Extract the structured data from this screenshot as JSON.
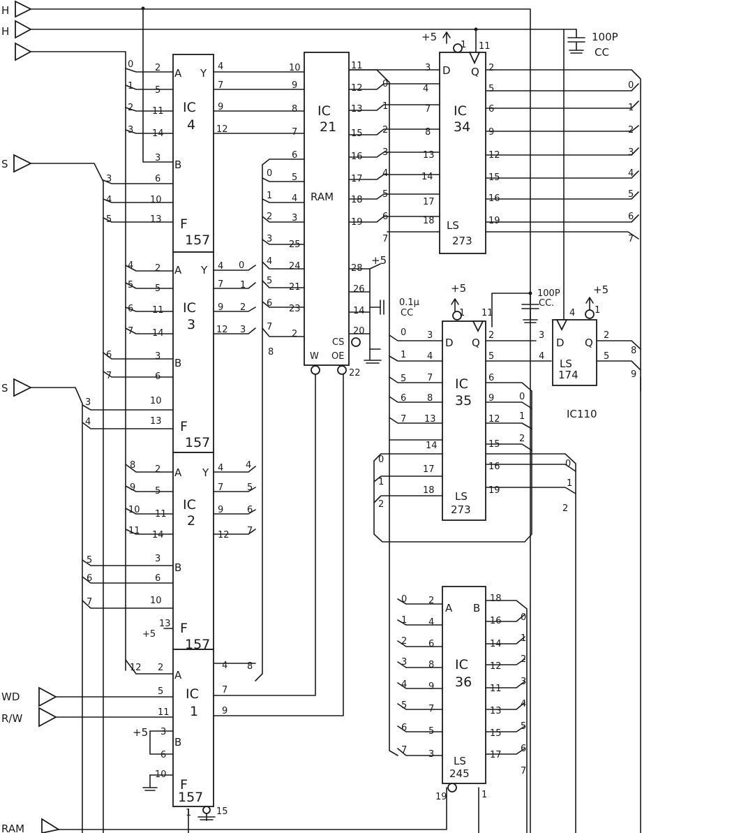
{
  "inputs": [
    {
      "id": "in1",
      "label": "H"
    },
    {
      "id": "in2",
      "label": "H"
    },
    {
      "id": "in3",
      "label": ""
    },
    {
      "id": "in4",
      "label": "S"
    },
    {
      "id": "in5",
      "label": "S"
    },
    {
      "id": "in6",
      "label": "WD"
    },
    {
      "id": "in7",
      "label": "R/W"
    },
    {
      "id": "in8",
      "label": "RAM"
    }
  ],
  "chips": {
    "ic4": {
      "ref": "IC",
      "num": "4",
      "type": "F",
      "part": "157",
      "pA": "A",
      "pY": "Y",
      "pB": "B",
      "left_pins": [
        "2",
        "5",
        "11",
        "14",
        "3",
        "6",
        "10",
        "13"
      ],
      "right_pins": [
        "4",
        "7",
        "9",
        "12"
      ]
    },
    "ic3": {
      "ref": "IC",
      "num": "3",
      "type": "F",
      "part": "157",
      "pA": "A",
      "pY": "Y",
      "pB": "B",
      "left_pins": [
        "2",
        "5",
        "11",
        "14",
        "3",
        "6",
        "10",
        "13"
      ],
      "right_pins": [
        "4",
        "7",
        "9",
        "12"
      ]
    },
    "ic2": {
      "ref": "IC",
      "num": "2",
      "type": "F",
      "part": "157",
      "pA": "A",
      "pY": "Y",
      "pB": "B",
      "left_pins": [
        "2",
        "5",
        "11",
        "14",
        "3",
        "6",
        "10",
        "13"
      ],
      "right_pins": [
        "4",
        "7",
        "9",
        "12"
      ]
    },
    "ic1": {
      "ref": "IC",
      "num": "1",
      "type": "F",
      "part": "157",
      "pA": "A",
      "pB": "B",
      "left_pins": [
        "2",
        "5",
        "11",
        "3",
        "6",
        "10"
      ],
      "right_pins": [
        "4",
        "7",
        "9"
      ],
      "bottom_pins": [
        "1",
        "15"
      ]
    },
    "ic21": {
      "ref": "IC",
      "num": "21",
      "type": "RAM",
      "left_pins": [
        "10",
        "9",
        "8",
        "7",
        "6",
        "5",
        "4",
        "3",
        "25",
        "24",
        "21",
        "23",
        "2"
      ],
      "right_pins": [
        "11",
        "12",
        "13",
        "15",
        "16",
        "17",
        "18",
        "19",
        "28",
        "26",
        "14",
        "20"
      ],
      "cs": "CS",
      "oe": "OE",
      "w": "W",
      "oe_pin": "22"
    },
    "ic34": {
      "ref": "IC",
      "num": "34",
      "type": "LS",
      "part": "273",
      "d": "D",
      "q": "Q",
      "left_pins": [
        "3",
        "4",
        "7",
        "8",
        "13",
        "14",
        "17",
        "18"
      ],
      "right_pins": [
        "2",
        "5",
        "6",
        "9",
        "12",
        "15",
        "16",
        "19"
      ],
      "top_pins": [
        "1",
        "11"
      ]
    },
    "ic35": {
      "ref": "IC",
      "num": "35",
      "type": "LS",
      "part": "273",
      "d": "D",
      "q": "Q",
      "left_pins": [
        "3",
        "4",
        "7",
        "8",
        "13",
        "14",
        "17",
        "18"
      ],
      "right_pins": [
        "2",
        "5",
        "6",
        "9",
        "12",
        "15",
        "16",
        "19"
      ],
      "top_pins": [
        "1",
        "11"
      ]
    },
    "ic36": {
      "ref": "IC",
      "num": "36",
      "type": "LS",
      "part": "245",
      "pA": "A",
      "pB": "B",
      "left_pins": [
        "2",
        "4",
        "6",
        "8",
        "9",
        "7",
        "5",
        "3"
      ],
      "right_pins": [
        "18",
        "16",
        "14",
        "12",
        "11",
        "13",
        "15",
        "17"
      ],
      "bottom_pins": [
        "19",
        "1"
      ]
    },
    "ic110": {
      "ref": "LS",
      "part": "174",
      "name": "IC110",
      "d": "D",
      "q": "Q",
      "left_pins": [
        "3",
        "4"
      ],
      "right_pins": [
        "2",
        "5"
      ],
      "top_pins": [
        "4",
        "1"
      ]
    }
  },
  "components": {
    "cap1_value": "100P",
    "cap1_type": "CC",
    "cap2_value": "100P",
    "cap2_type": "CC.",
    "cap3_value": "0.1μ",
    "cap3_type": "CC",
    "vcc": "+5"
  },
  "bus_labels": {
    "ic4_in": [
      "0",
      "1",
      "2",
      "3"
    ],
    "ic4_b": [
      "3",
      "4",
      "5"
    ],
    "ic3_a": [
      "4",
      "5",
      "6",
      "7"
    ],
    "ic3_b": [
      "6",
      "7"
    ],
    "ic3_f": [
      "3",
      "4"
    ],
    "ic2_a": [
      "8",
      "9",
      "10",
      "11"
    ],
    "ic2_b": [
      "5",
      "6",
      "7"
    ],
    "ic1_a": "12",
    "ram_addr": [
      "0",
      "1",
      "2",
      "3",
      "4",
      "5",
      "6",
      "7",
      "8"
    ],
    "y3_out": [
      "0",
      "1",
      "2",
      "3"
    ],
    "y2_out": [
      "4",
      "5",
      "6",
      "7"
    ],
    "y1_out": "8",
    "ram_data": [
      "0",
      "1",
      "2",
      "3",
      "4",
      "5",
      "6",
      "7"
    ],
    "q34": [
      "0",
      "1",
      "2",
      "3",
      "4",
      "5",
      "6",
      "7"
    ],
    "d35": [
      "0",
      "1",
      "5",
      "6",
      "7"
    ],
    "q35": [
      "0",
      "1",
      "2"
    ],
    "d35_low": [
      "0",
      "1",
      "2"
    ],
    "out35": [
      "0",
      "1",
      "2"
    ],
    "q110": [
      "8",
      "9"
    ],
    "a36": [
      "0",
      "1",
      "2",
      "3",
      "4",
      "5",
      "6",
      "7"
    ],
    "b36": [
      "0",
      "1",
      "2",
      "3",
      "4",
      "5",
      "6",
      "7"
    ]
  }
}
